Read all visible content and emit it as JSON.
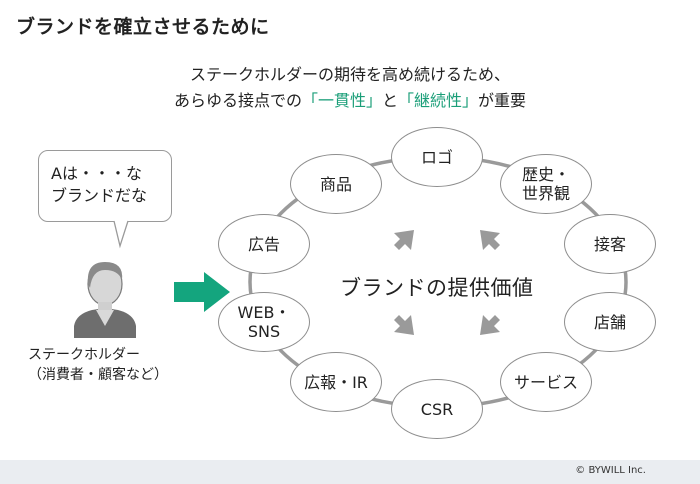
{
  "title": "ブランドを確立させるために",
  "subtitle": {
    "line1": "ステークホルダーの期待を高め続けるため、",
    "line2_prefix": "あらゆる接点での",
    "accent_1": "「一貫性」",
    "line2_mid": "と",
    "accent_2": "「継続性」",
    "line2_suffix": "が重要"
  },
  "accent_color": "#1a9e78",
  "speech_bubble": {
    "line1": "Aは・・・な",
    "line2": "ブランドだな"
  },
  "stakeholder": {
    "line1": "ステークホルダー",
    "line2": "（消費者・顧客など）"
  },
  "center_label": "ブランドの提供価値",
  "touchpoints": [
    {
      "label": "ロゴ"
    },
    {
      "label": "歴史・\n世界観"
    },
    {
      "label": "接客"
    },
    {
      "label": "店舗"
    },
    {
      "label": "サービス"
    },
    {
      "label": "CSR"
    },
    {
      "label": "広報・IR"
    },
    {
      "label": "WEB・\nSNS"
    },
    {
      "label": "広告"
    },
    {
      "label": "商品"
    }
  ],
  "copyright": "© BYWILL Inc."
}
